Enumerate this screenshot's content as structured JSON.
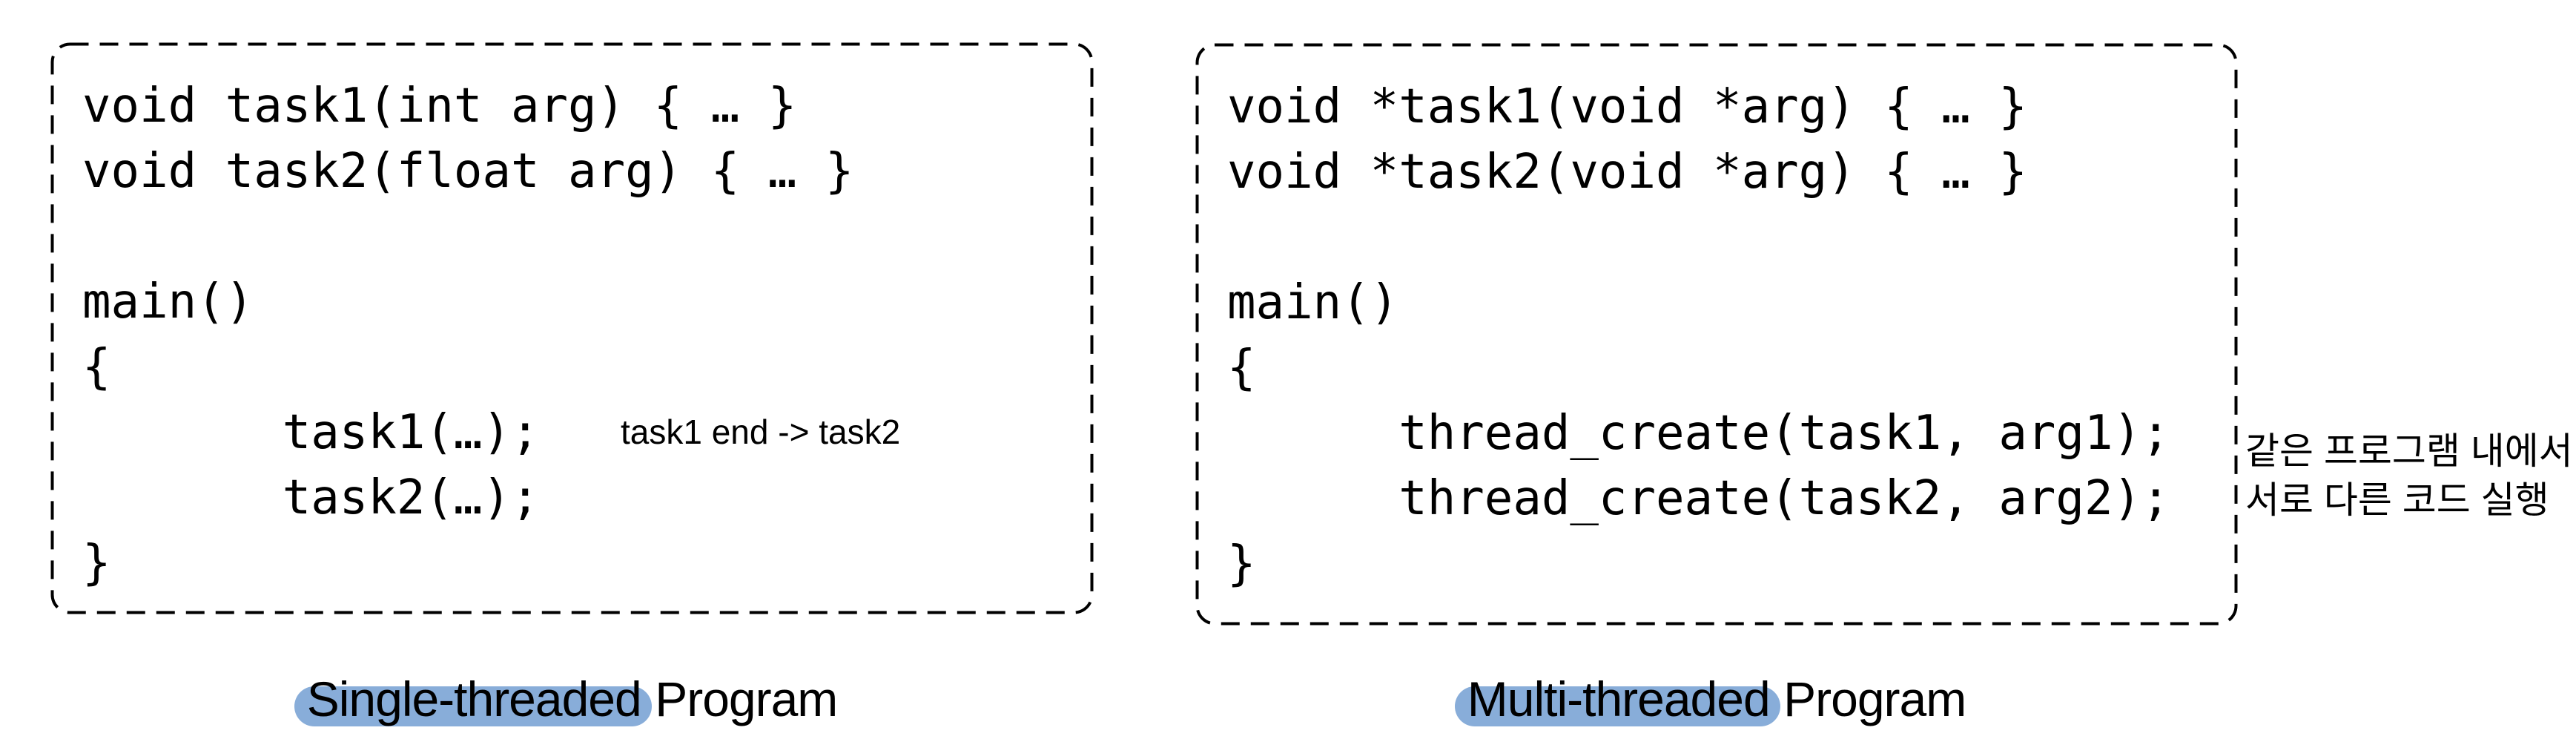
{
  "panels": {
    "left": {
      "code_lines": [
        "void task1(int arg) { … }",
        "void task2(float arg) { … }",
        "",
        "main()",
        "{",
        "       task1(…);",
        "       task2(…);",
        "}"
      ],
      "annotation": "task1 end -> task2",
      "caption": {
        "highlighted": "Single-threaded",
        "rest": "Program"
      }
    },
    "right": {
      "code_lines": [
        "void *task1(void *arg) { … }",
        "void *task2(void *arg) { … }",
        "",
        "main()",
        "{",
        "      thread_create(task1, arg1);",
        "      thread_create(task2, arg2);",
        "}"
      ],
      "annotation_lines": [
        "같은 프로그램 내에서",
        "서로 다른 코드 실행"
      ],
      "caption": {
        "highlighted": "Multi-threaded",
        "rest": "Program"
      }
    }
  },
  "colors": {
    "highlight": "#88ADD9",
    "stroke": "#000000",
    "text": "#000000",
    "background": "#FFFFFF"
  }
}
